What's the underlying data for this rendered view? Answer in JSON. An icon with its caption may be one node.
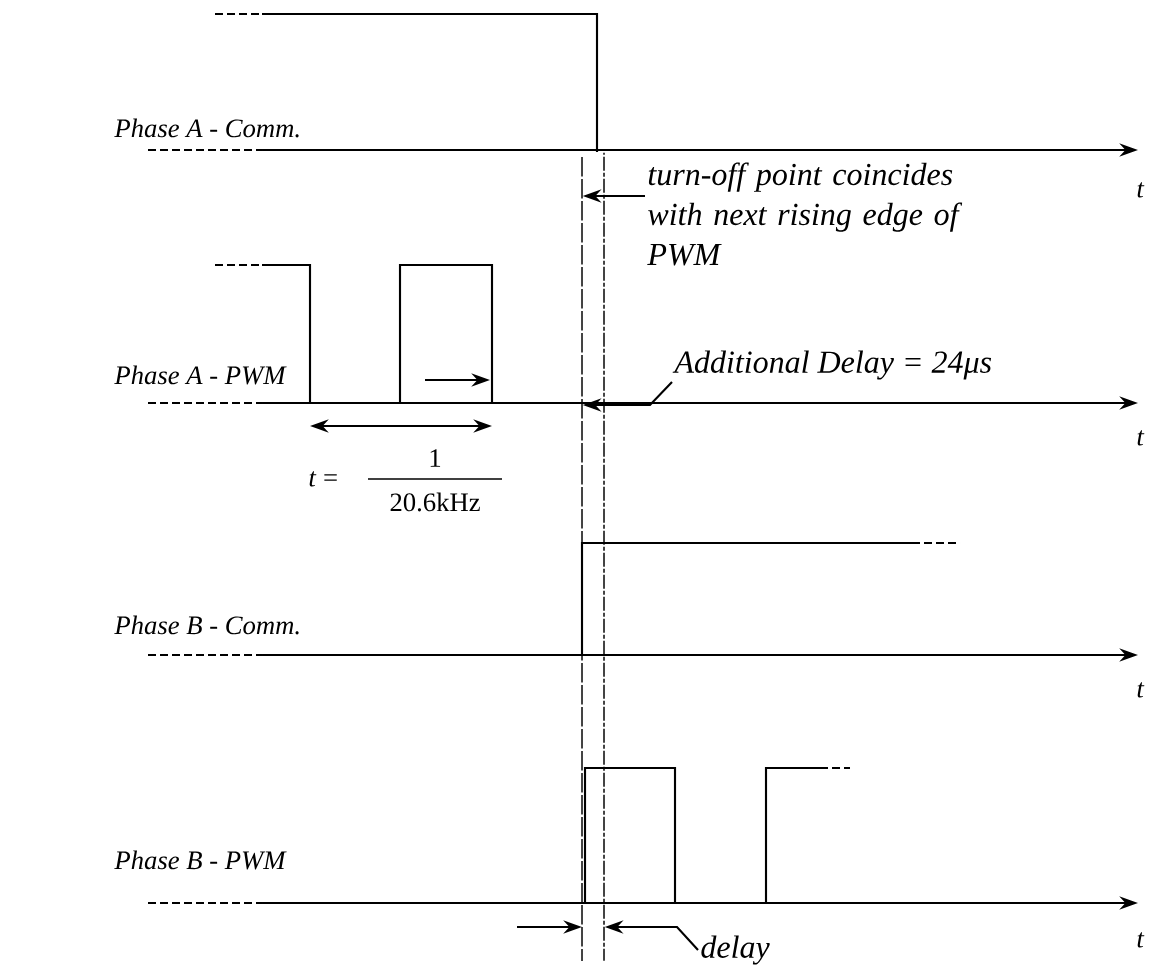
{
  "diagram": {
    "nodes": [
      {
        "text": [
          "turn-off point coincides with next rising edge of PWM"
        ]
      },
      {
        "text": [
          "Additional Delay = 24μs"
        ]
      },
      {
        "text": [
          "delay"
        ]
      },
      {
        "text": [],
        "shape": "line"
      },
      {
        "text": [],
        "shape": "line"
      }
    ],
    "edges": [
      {
        "from": 0,
        "to": 3,
        "arrow": "to"
      },
      {
        "from": 1,
        "to": 3,
        "arrow": "to"
      },
      {
        "from": 2,
        "to": 4,
        "arrow": "to"
      }
    ],
    "labels": [
      "Phase A - Comm.",
      "t",
      "Phase A - PWM",
      "t",
      "*t* =",
      "1",
      "20.6kHz",
      "Phase B - Comm.",
      "t",
      "Phase B - PWM",
      "t"
    ]
  }
}
